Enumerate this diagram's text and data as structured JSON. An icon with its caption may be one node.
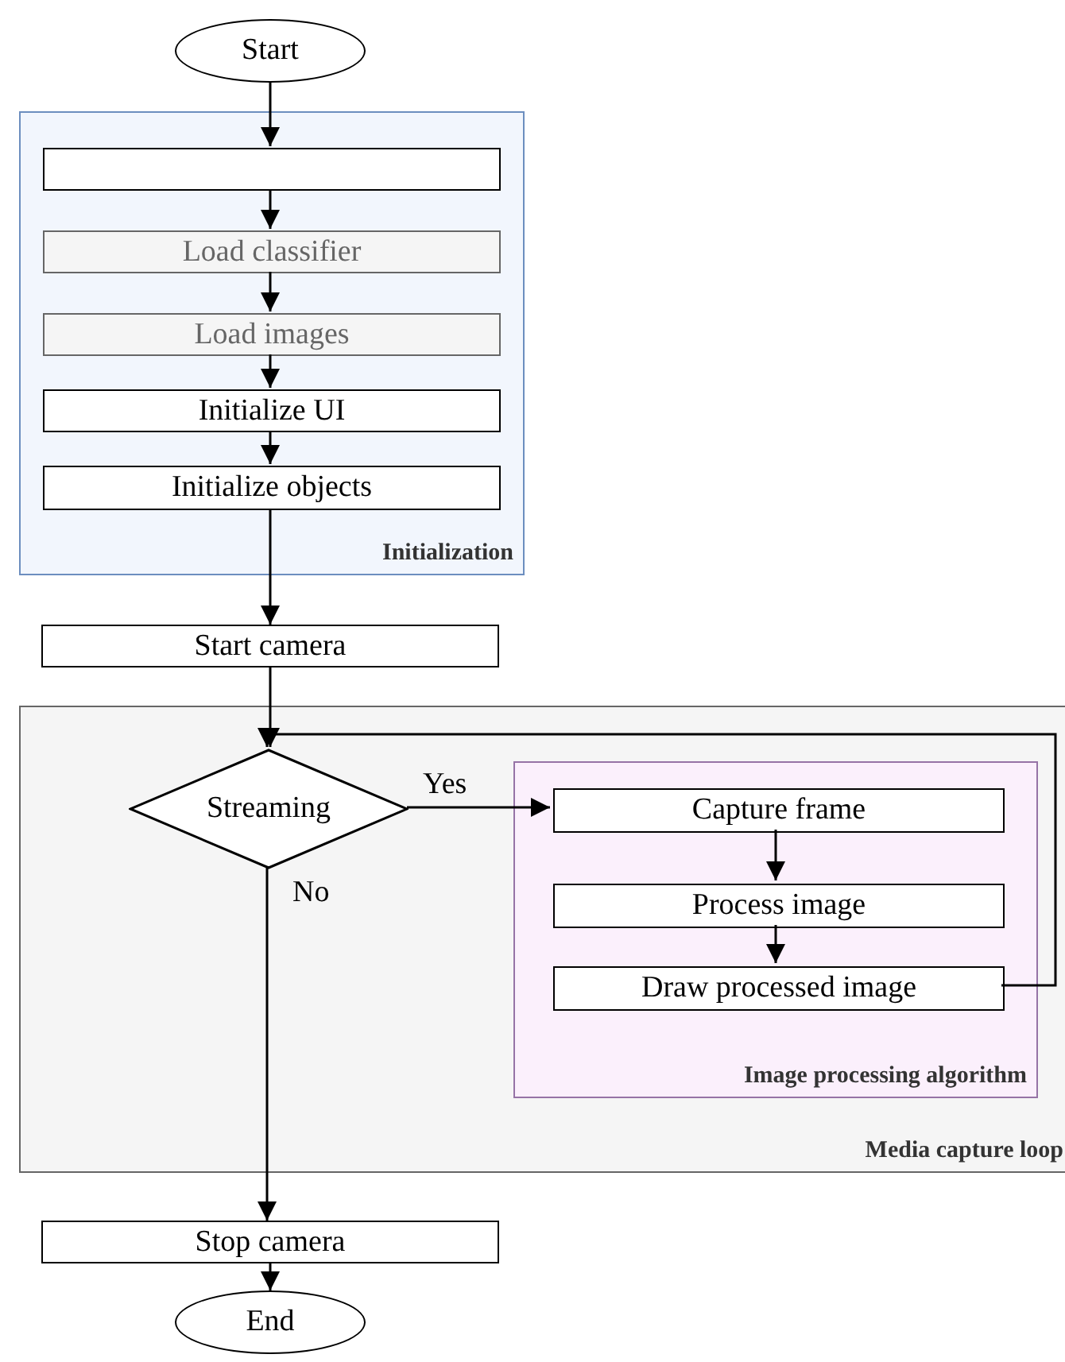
{
  "diagram": {
    "nodes": [
      {
        "text": [
          "Start"
        ]
      },
      {
        "text": [
          "Initialization"
        ]
      },
      {
        "text": [],
        "shape": "box",
        "in": 1
      },
      {
        "text": [
          "Load classifier"
        ],
        "in": 1
      },
      {
        "text": [
          "Load images"
        ],
        "in": 1
      },
      {
        "text": [
          "Initialize UI"
        ],
        "in": 1
      },
      {
        "text": [
          "Initialize objects"
        ],
        "in": 1
      },
      {
        "text": [
          "Start camera"
        ]
      },
      {
        "text": [
          "Media capture loop"
        ]
      },
      {
        "text": [
          "Streaming"
        ],
        "in": 8
      },
      {
        "text": [
          "Image processing algorithm"
        ],
        "in": 8
      },
      {
        "text": [
          "Capture frame"
        ],
        "in": 10
      },
      {
        "text": [
          "Process image"
        ],
        "in": 10
      },
      {
        "text": [
          "Draw processed image"
        ],
        "in": 10
      },
      {
        "text": [
          "Stop camera"
        ]
      },
      {
        "text": [
          "End"
        ]
      }
    ],
    "edges": [
      {
        "from": 0,
        "to": 2,
        "arrow": "to"
      },
      {
        "from": 2,
        "to": 3,
        "arrow": "to"
      },
      {
        "from": 3,
        "to": 4,
        "arrow": "to"
      },
      {
        "from": 4,
        "to": 5,
        "arrow": "to"
      },
      {
        "from": 5,
        "to": 6,
        "arrow": "to"
      },
      {
        "from": 6,
        "to": 7,
        "arrow": "to"
      },
      {
        "from": 7,
        "to": 9,
        "arrow": "to"
      },
      {
        "from": 9,
        "to": 11,
        "label": "Yes",
        "arrow": "to"
      },
      {
        "from": 11,
        "to": 12,
        "arrow": "to"
      },
      {
        "from": 12,
        "to": 13,
        "arrow": "to"
      },
      {
        "from": 13,
        "to": 9,
        "arrow": "to"
      },
      {
        "from": 9,
        "to": 14,
        "label": "No",
        "arrow": "to"
      },
      {
        "from": 14,
        "to": 15,
        "arrow": "to"
      }
    ]
  }
}
